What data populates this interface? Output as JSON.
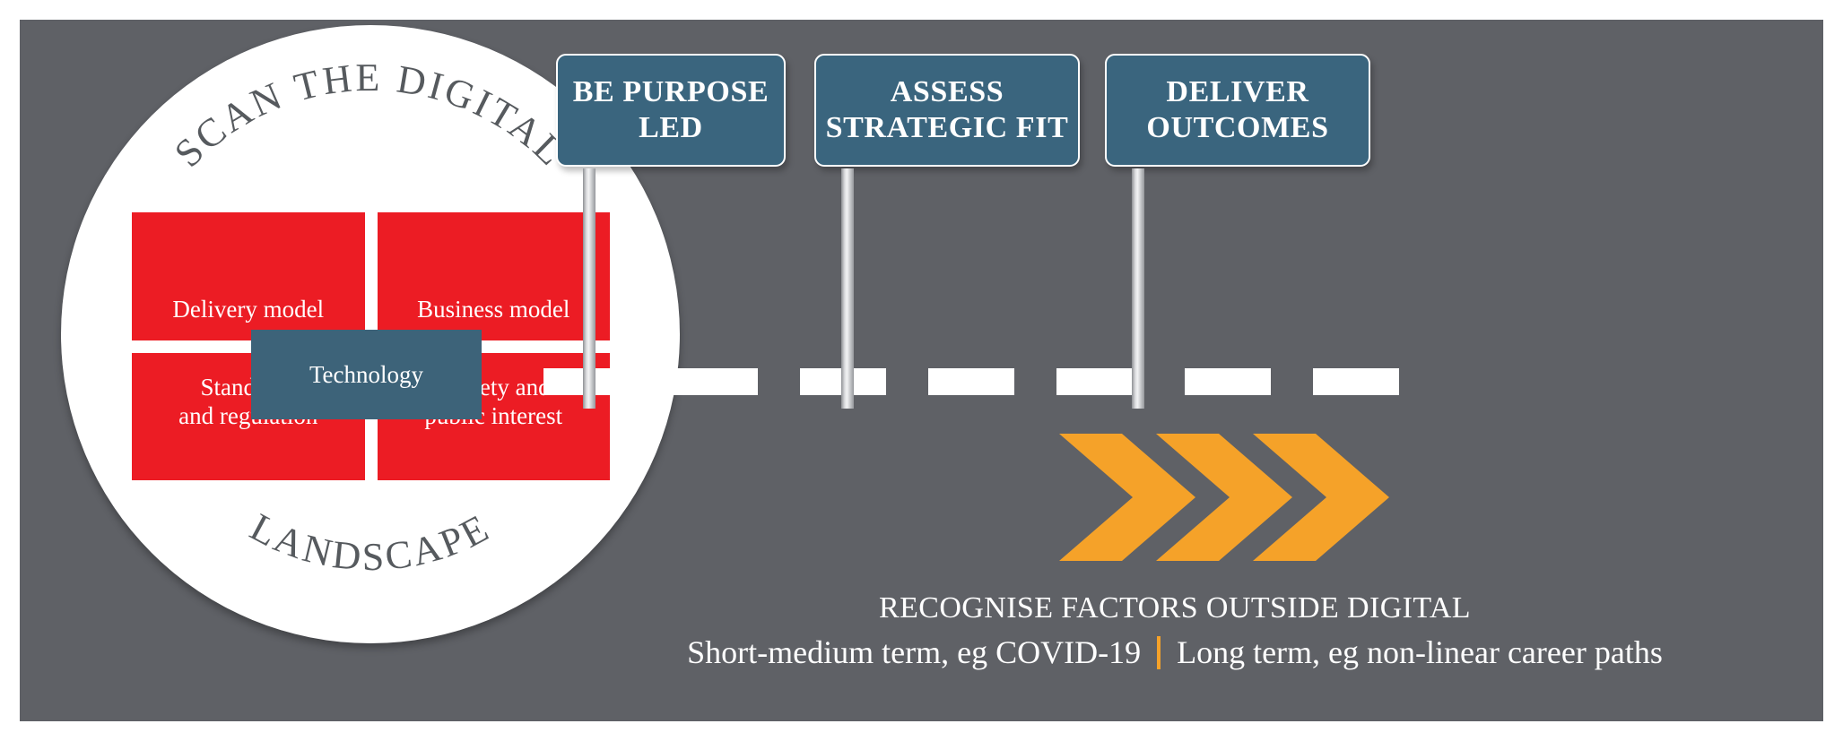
{
  "canvas": {
    "background_color": "#5f6166",
    "page_background": "#ffffff"
  },
  "colors": {
    "background_gray": "#5f6166",
    "red": "#ec1c24",
    "steel_blue": "#3a657e",
    "tech_blue": "#3d6379",
    "orange": "#f5a229",
    "white": "#ffffff",
    "arc_text_gray": "#565a5e"
  },
  "circle": {
    "arc_top_text": "SCAN THE DIGITAL",
    "arc_bottom_text": "LANDSCAPE",
    "quadrants": [
      {
        "label": "Delivery model",
        "position": "top-left"
      },
      {
        "label": "Business model",
        "position": "top-right"
      },
      {
        "label": "Standards\nand regulation",
        "position": "bottom-left",
        "line1": "Standards",
        "line2": "and regulation"
      },
      {
        "label": "Society and\npublic interest",
        "position": "bottom-right",
        "line1": "Society and",
        "line2": "public interest"
      }
    ],
    "center_box": {
      "label": "Technology"
    }
  },
  "signposts": [
    {
      "line1": "BE PURPOSE",
      "line2": "LED"
    },
    {
      "line1": "ASSESS",
      "line2": "STRATEGIC FIT"
    },
    {
      "line1": "DELIVER",
      "line2": "OUTCOMES"
    }
  ],
  "road": {
    "dash_count": 7
  },
  "chevrons": {
    "count": 3,
    "direction": "right",
    "color": "#f5a229"
  },
  "caption": {
    "line1": "RECOGNISE FACTORS OUTSIDE DIGITAL",
    "line2_left": "Short-medium term, eg COVID-19",
    "line2_right": "Long term, eg non-linear career paths"
  }
}
